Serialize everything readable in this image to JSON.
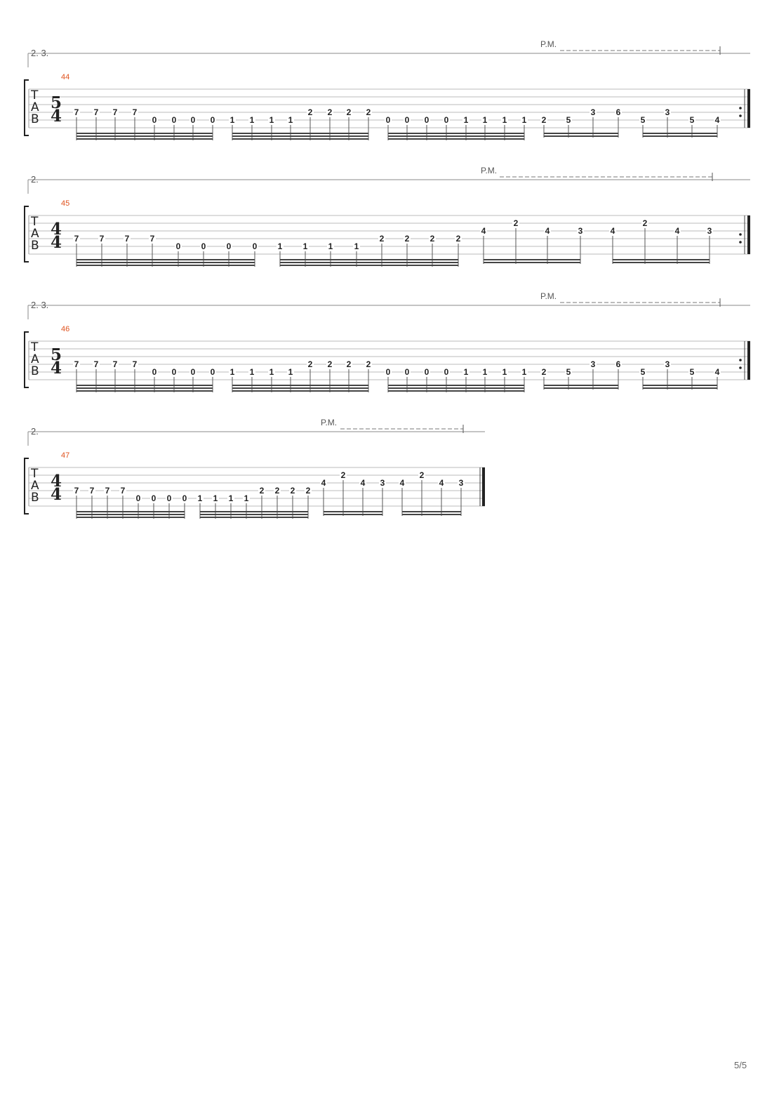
{
  "page": {
    "number": "5/5"
  },
  "tab_clef": [
    "T",
    "A",
    "B"
  ],
  "pm_label": "P.M.",
  "systems": [
    {
      "measure": "44",
      "ending": "2. 3.",
      "time_sig": [
        "5",
        "4"
      ],
      "end": "repeat",
      "groups": [
        {
          "notes": [
            [
              "7",
              4
            ],
            [
              "7",
              4
            ],
            [
              "7",
              4
            ],
            [
              "7",
              4
            ],
            [
              "0",
              5
            ],
            [
              "0",
              5
            ],
            [
              "0",
              5
            ],
            [
              "0",
              5
            ]
          ],
          "beams": 3
        },
        {
          "notes": [
            [
              "1",
              5
            ],
            [
              "1",
              5
            ],
            [
              "1",
              5
            ],
            [
              "1",
              5
            ],
            [
              "2",
              4
            ],
            [
              "2",
              4
            ],
            [
              "2",
              4
            ],
            [
              "2",
              4
            ]
          ],
          "beams": 3
        },
        {
          "notes": [
            [
              "0",
              5
            ],
            [
              "0",
              5
            ],
            [
              "0",
              5
            ],
            [
              "0",
              5
            ],
            [
              "1",
              5
            ],
            [
              "1",
              5
            ],
            [
              "1",
              5
            ],
            [
              "1",
              5
            ]
          ],
          "beams": 3
        },
        {
          "notes": [
            [
              "2",
              5
            ],
            [
              "5",
              5
            ],
            [
              "3",
              4
            ],
            [
              "6",
              4
            ]
          ],
          "beams": 2
        },
        {
          "notes": [
            [
              "5",
              5
            ],
            [
              "3",
              4
            ],
            [
              "5",
              5
            ],
            [
              "4",
              5
            ]
          ],
          "beams": 2
        }
      ]
    },
    {
      "measure": "45",
      "ending": "2.",
      "time_sig": [
        "4",
        "4"
      ],
      "end": "repeat",
      "groups": [
        {
          "notes": [
            [
              "7",
              4
            ],
            [
              "7",
              4
            ],
            [
              "7",
              4
            ],
            [
              "7",
              4
            ],
            [
              "0",
              5
            ],
            [
              "0",
              5
            ],
            [
              "0",
              5
            ],
            [
              "0",
              5
            ]
          ],
          "beams": 3
        },
        {
          "notes": [
            [
              "1",
              5
            ],
            [
              "1",
              5
            ],
            [
              "1",
              5
            ],
            [
              "1",
              5
            ],
            [
              "2",
              4
            ],
            [
              "2",
              4
            ],
            [
              "2",
              4
            ],
            [
              "2",
              4
            ]
          ],
          "beams": 3
        },
        {
          "notes": [
            [
              "4",
              3
            ],
            [
              "2",
              2
            ],
            [
              "4",
              3
            ],
            [
              "3",
              3
            ]
          ],
          "beams": 2
        },
        {
          "notes": [
            [
              "4",
              3
            ],
            [
              "2",
              2
            ],
            [
              "4",
              3
            ],
            [
              "3",
              3
            ]
          ],
          "beams": 2
        }
      ]
    },
    {
      "measure": "46",
      "ending": "2. 3.",
      "time_sig": [
        "5",
        "4"
      ],
      "end": "repeat",
      "groups": [
        {
          "notes": [
            [
              "7",
              4
            ],
            [
              "7",
              4
            ],
            [
              "7",
              4
            ],
            [
              "7",
              4
            ],
            [
              "0",
              5
            ],
            [
              "0",
              5
            ],
            [
              "0",
              5
            ],
            [
              "0",
              5
            ]
          ],
          "beams": 3
        },
        {
          "notes": [
            [
              "1",
              5
            ],
            [
              "1",
              5
            ],
            [
              "1",
              5
            ],
            [
              "1",
              5
            ],
            [
              "2",
              4
            ],
            [
              "2",
              4
            ],
            [
              "2",
              4
            ],
            [
              "2",
              4
            ]
          ],
          "beams": 3
        },
        {
          "notes": [
            [
              "0",
              5
            ],
            [
              "0",
              5
            ],
            [
              "0",
              5
            ],
            [
              "0",
              5
            ],
            [
              "1",
              5
            ],
            [
              "1",
              5
            ],
            [
              "1",
              5
            ],
            [
              "1",
              5
            ]
          ],
          "beams": 3
        },
        {
          "notes": [
            [
              "2",
              5
            ],
            [
              "5",
              5
            ],
            [
              "3",
              4
            ],
            [
              "6",
              4
            ]
          ],
          "beams": 2
        },
        {
          "notes": [
            [
              "5",
              5
            ],
            [
              "3",
              4
            ],
            [
              "5",
              5
            ],
            [
              "4",
              5
            ]
          ],
          "beams": 2
        }
      ]
    },
    {
      "measure": "47",
      "ending": "2.",
      "time_sig": [
        "4",
        "4"
      ],
      "end": "final",
      "groups": [
        {
          "notes": [
            [
              "7",
              4
            ],
            [
              "7",
              4
            ],
            [
              "7",
              4
            ],
            [
              "7",
              4
            ],
            [
              "0",
              5
            ],
            [
              "0",
              5
            ],
            [
              "0",
              5
            ],
            [
              "0",
              5
            ]
          ],
          "beams": 3
        },
        {
          "notes": [
            [
              "1",
              5
            ],
            [
              "1",
              5
            ],
            [
              "1",
              5
            ],
            [
              "1",
              5
            ],
            [
              "2",
              4
            ],
            [
              "2",
              4
            ],
            [
              "2",
              4
            ],
            [
              "2",
              4
            ]
          ],
          "beams": 3
        },
        {
          "notes": [
            [
              "4",
              3
            ],
            [
              "2",
              2
            ],
            [
              "4",
              3
            ],
            [
              "3",
              3
            ]
          ],
          "beams": 2
        },
        {
          "notes": [
            [
              "4",
              3
            ],
            [
              "2",
              2
            ],
            [
              "4",
              3
            ],
            [
              "3",
              3
            ]
          ],
          "beams": 2
        }
      ]
    }
  ]
}
